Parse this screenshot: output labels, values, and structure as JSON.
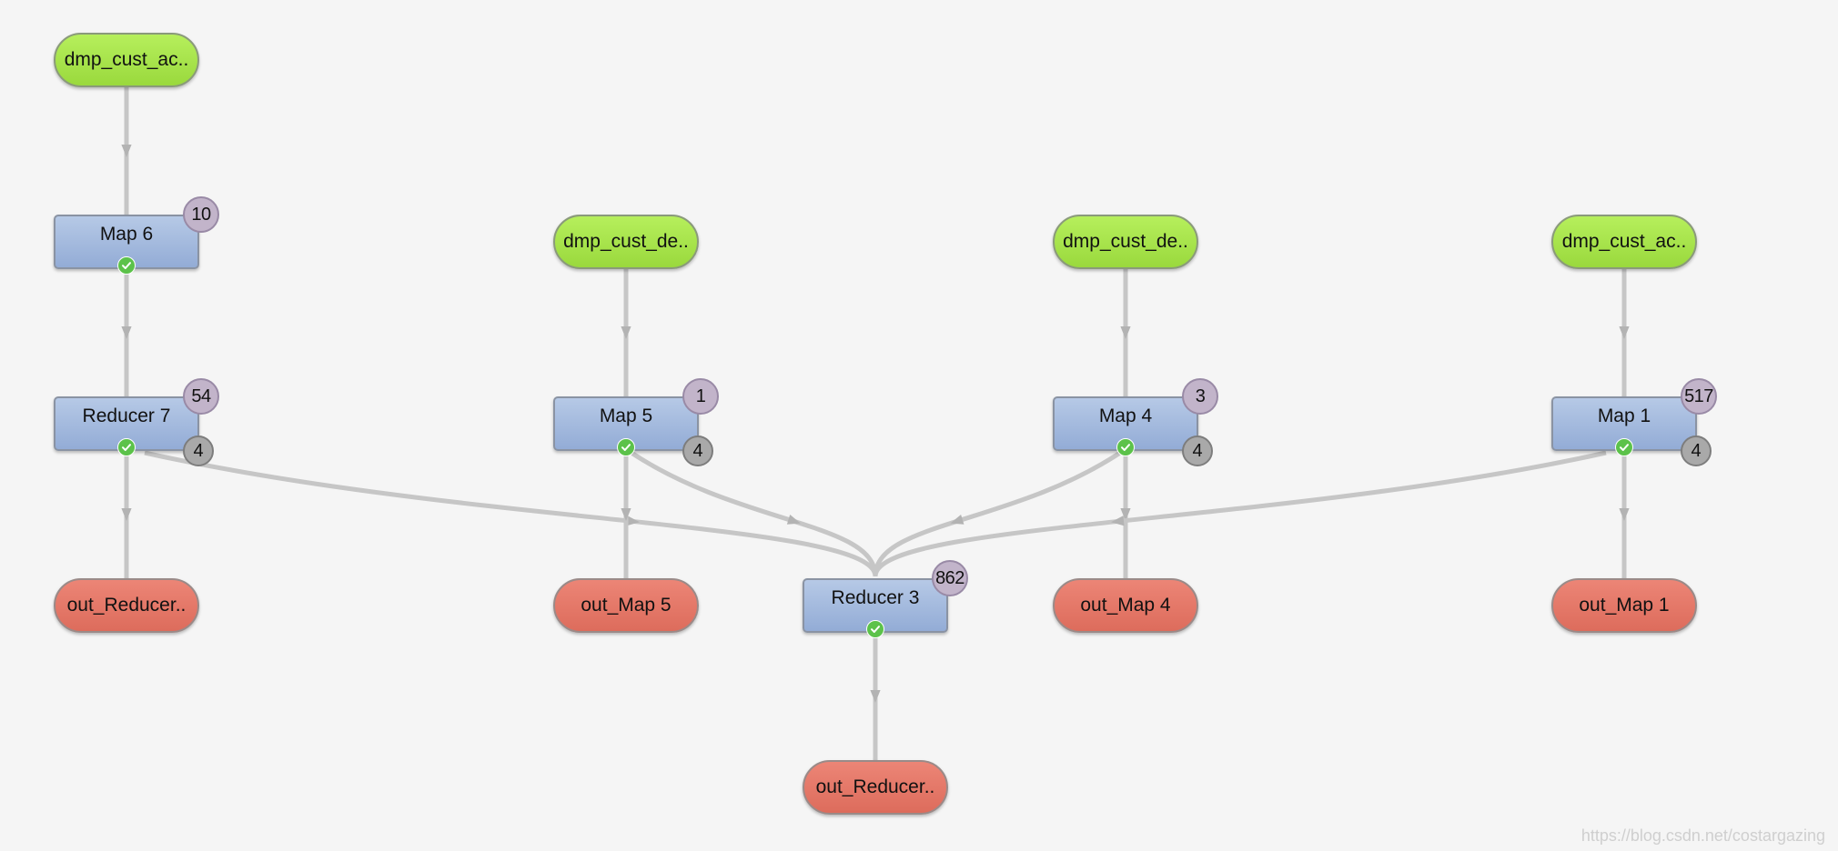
{
  "nodes": [
    {
      "id": "in-a",
      "kind": "input",
      "label": "dmp_cust_ac.."
    },
    {
      "id": "map6",
      "kind": "vertex",
      "label": "Map 6",
      "tasks": "10",
      "outputs": ""
    },
    {
      "id": "red7",
      "kind": "vertex",
      "label": "Reducer 7",
      "tasks": "54",
      "outputs": "4"
    },
    {
      "id": "out-red7",
      "kind": "output",
      "label": "out_Reducer.."
    },
    {
      "id": "in-b",
      "kind": "input",
      "label": "dmp_cust_de.."
    },
    {
      "id": "map5",
      "kind": "vertex",
      "label": "Map 5",
      "tasks": "1",
      "outputs": "4"
    },
    {
      "id": "out-map5",
      "kind": "output",
      "label": "out_Map 5"
    },
    {
      "id": "red3",
      "kind": "vertex",
      "label": "Reducer 3",
      "tasks": "862",
      "outputs": ""
    },
    {
      "id": "out-red3",
      "kind": "output",
      "label": "out_Reducer.."
    },
    {
      "id": "in-c",
      "kind": "input",
      "label": "dmp_cust_de.."
    },
    {
      "id": "map4",
      "kind": "vertex",
      "label": "Map 4",
      "tasks": "3",
      "outputs": "4"
    },
    {
      "id": "out-map4",
      "kind": "output",
      "label": "out_Map 4"
    },
    {
      "id": "in-d",
      "kind": "input",
      "label": "dmp_cust_ac.."
    },
    {
      "id": "map1",
      "kind": "vertex",
      "label": "Map 1",
      "tasks": "517",
      "outputs": "4"
    },
    {
      "id": "out-map1",
      "kind": "output",
      "label": "out_Map 1"
    }
  ],
  "edges": [
    {
      "from": "in-a",
      "to": "map6"
    },
    {
      "from": "map6",
      "to": "red7"
    },
    {
      "from": "red7",
      "to": "out-red7"
    },
    {
      "from": "red7",
      "to": "red3"
    },
    {
      "from": "in-b",
      "to": "map5"
    },
    {
      "from": "map5",
      "to": "out-map5"
    },
    {
      "from": "map5",
      "to": "red3"
    },
    {
      "from": "in-c",
      "to": "map4"
    },
    {
      "from": "map4",
      "to": "out-map4"
    },
    {
      "from": "map4",
      "to": "red3"
    },
    {
      "from": "in-d",
      "to": "map1"
    },
    {
      "from": "map1",
      "to": "out-map1"
    },
    {
      "from": "map1",
      "to": "red3"
    },
    {
      "from": "red3",
      "to": "out-red3"
    }
  ],
  "colors": {
    "input": "#a8e64a",
    "vertex": "#a3b9de",
    "output": "#e27868",
    "edge": "#c6c6c6",
    "status_ok": "#5cc24a",
    "badge_tasks": "#c2b4ca",
    "badge_outputs": "#a9a9a9"
  },
  "status_icon": "check-circle-icon",
  "watermark": "https://blog.csdn.net/costargazing"
}
